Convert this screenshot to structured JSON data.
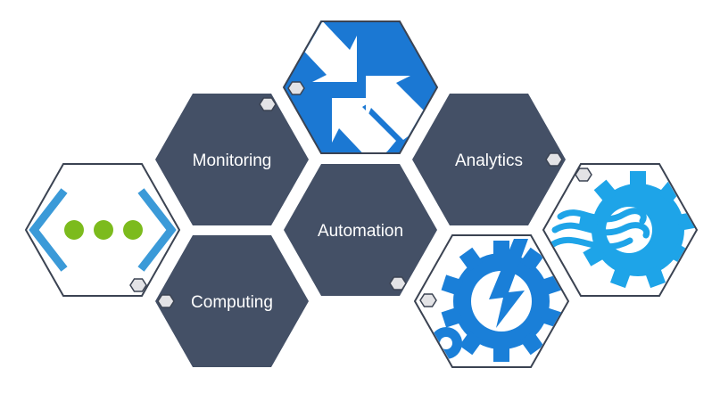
{
  "colors": {
    "dark_hex": "#445066",
    "outline": "#3b4352",
    "badge": "#e3e3e6",
    "arrows_blue": "#1b78d3",
    "gear_blue": "#1a7fd8",
    "gear_light_blue": "#1ea4e8",
    "chevron_blue": "#3b9ad8",
    "dot_green": "#7cbb1d"
  },
  "labels": {
    "monitoring": "Monitoring",
    "automation": "Automation",
    "analytics": "Analytics",
    "computing": "Computing"
  },
  "icons": {
    "top": "arrows-converge-icon",
    "left": "network-dots-icon",
    "right": "gear-waves-icon",
    "bottom_right": "gear-lightning-icon"
  }
}
